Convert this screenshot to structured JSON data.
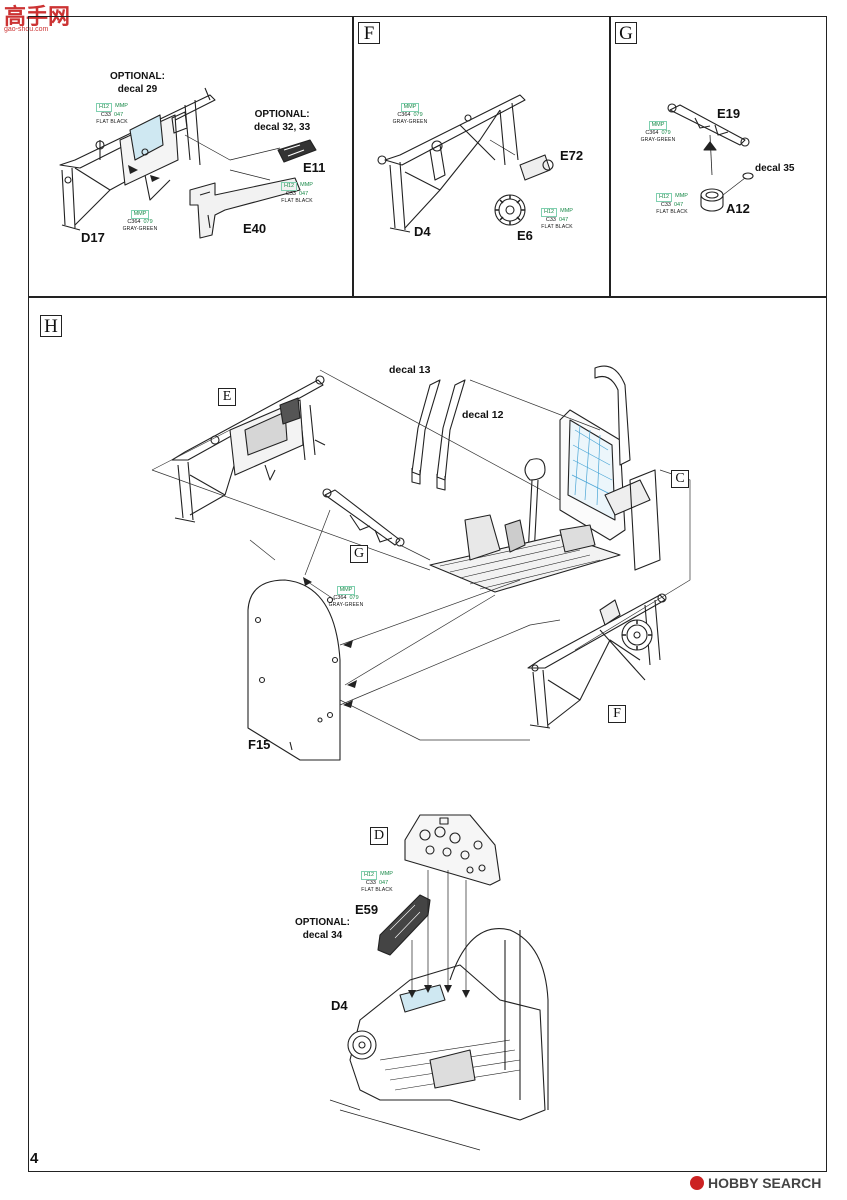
{
  "page": {
    "number": "4"
  },
  "watermark": {
    "top_site": "gao-shou.com",
    "bottom_text": "HOBBY SEARCH"
  },
  "sections": [
    {
      "letter": "F"
    },
    {
      "letter": "G"
    },
    {
      "letter": "H"
    }
  ],
  "subassembly_markers": {
    "e": "E",
    "c": "C",
    "g": "G",
    "f": "F",
    "d": "D"
  },
  "labels": {
    "opt_decal29_line1": "OPTIONAL:",
    "opt_decal29_line2": "decal 29",
    "opt_decal3233_line1": "OPTIONAL:",
    "opt_decal3233_line2": "decal 32, 33",
    "e11": "E11",
    "e40": "E40",
    "d17": "D17",
    "d4_f": "D4",
    "e6": "E6",
    "e72": "E72",
    "e19": "E19",
    "decal35": "decal 35",
    "a12": "A12",
    "decal13": "decal 13",
    "decal12": "decal 12",
    "f15": "F15",
    "e59": "E59",
    "opt_decal34_line1": "OPTIONAL:",
    "opt_decal34_line2": "decal 34",
    "d4_bottom": "D4"
  },
  "paints": {
    "flat_black": {
      "h": "H12",
      "mmp": "MMP",
      "c": "C33",
      "code": "047",
      "name": "FLAT BLACK"
    },
    "gray_green": {
      "c": "C364",
      "mmp": "MMP",
      "code": "079",
      "name": "GRAY-GREEN"
    }
  }
}
